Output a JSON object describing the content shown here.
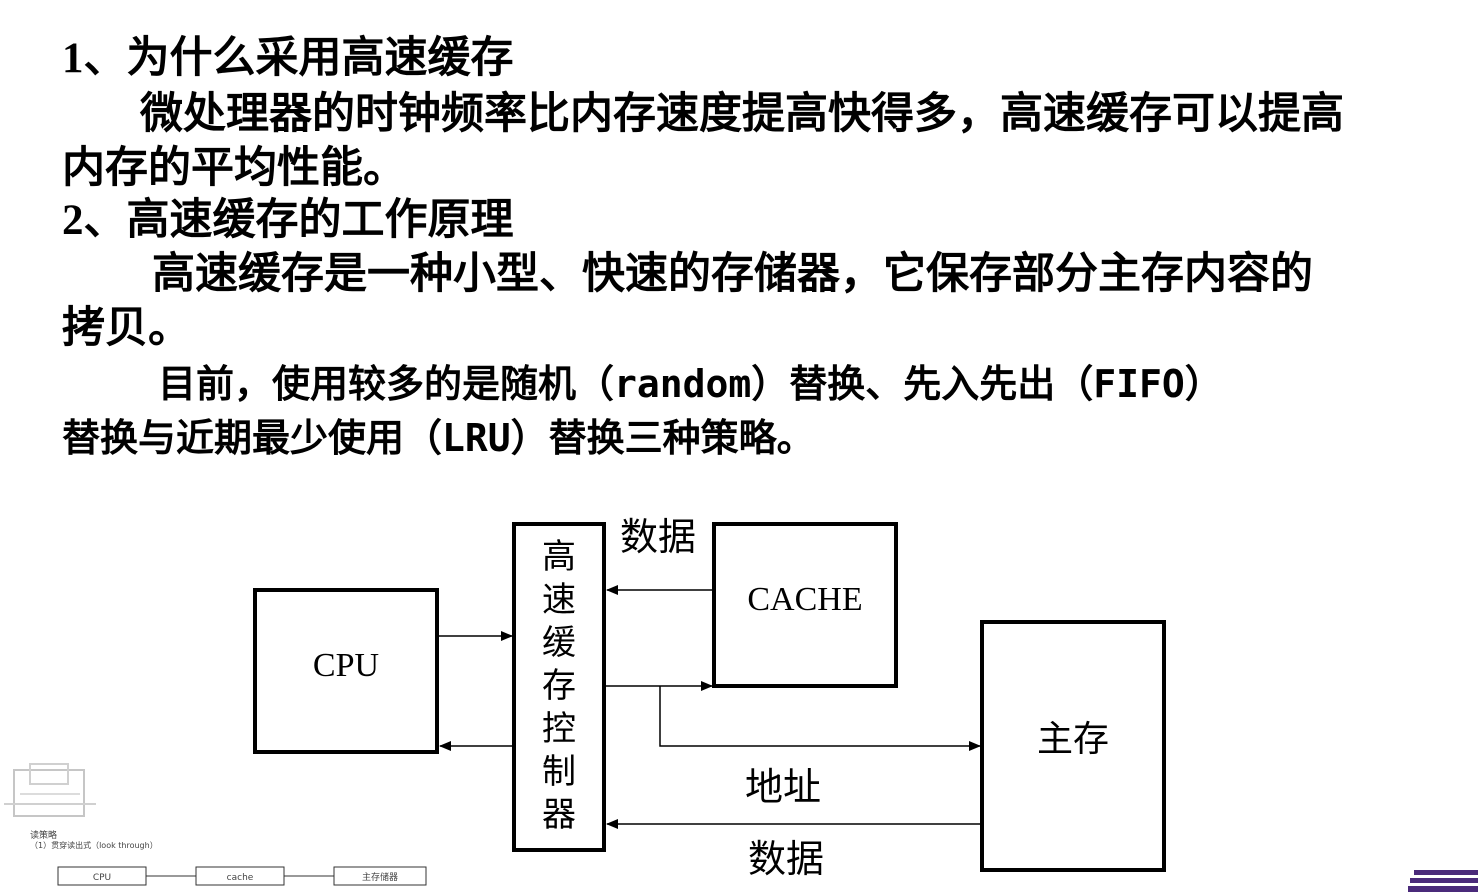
{
  "text": {
    "heading1_number": "1",
    "heading1_text": "、为什么采用高速缓存",
    "para1_line1": "微处理器的时钟频率比内存速度提高快得多，高速缓存可以提高",
    "para1_line2": "内存的平均性能。",
    "heading2_number": "2",
    "heading2_text": "、高速缓存的工作原理",
    "para2_line1": "高速缓存是一种小型、快速的存储器，它保存部分主存内容的",
    "para2_line2": "拷贝。",
    "para3_line1": "目前，使用较多的是随机（random）替换、先入先出（FIFO）",
    "para3_line2": "替换与近期最少使用（LRU）替换三种策略。"
  },
  "diagram": {
    "cpu_label": "CPU",
    "controller_chars": [
      "高",
      "速",
      "缓",
      "存",
      "控",
      "制",
      "器"
    ],
    "cache_label": "CACHE",
    "main_memory_label": "主存",
    "data_label_top": "数据",
    "address_label": "地址",
    "data_label_bottom": "数据"
  },
  "thumbnail": {
    "title": "读策略",
    "subtitle": "（1）贯穿读出式（look through）",
    "box1": "CPU",
    "box2": "cache",
    "box3": "主存储器"
  }
}
